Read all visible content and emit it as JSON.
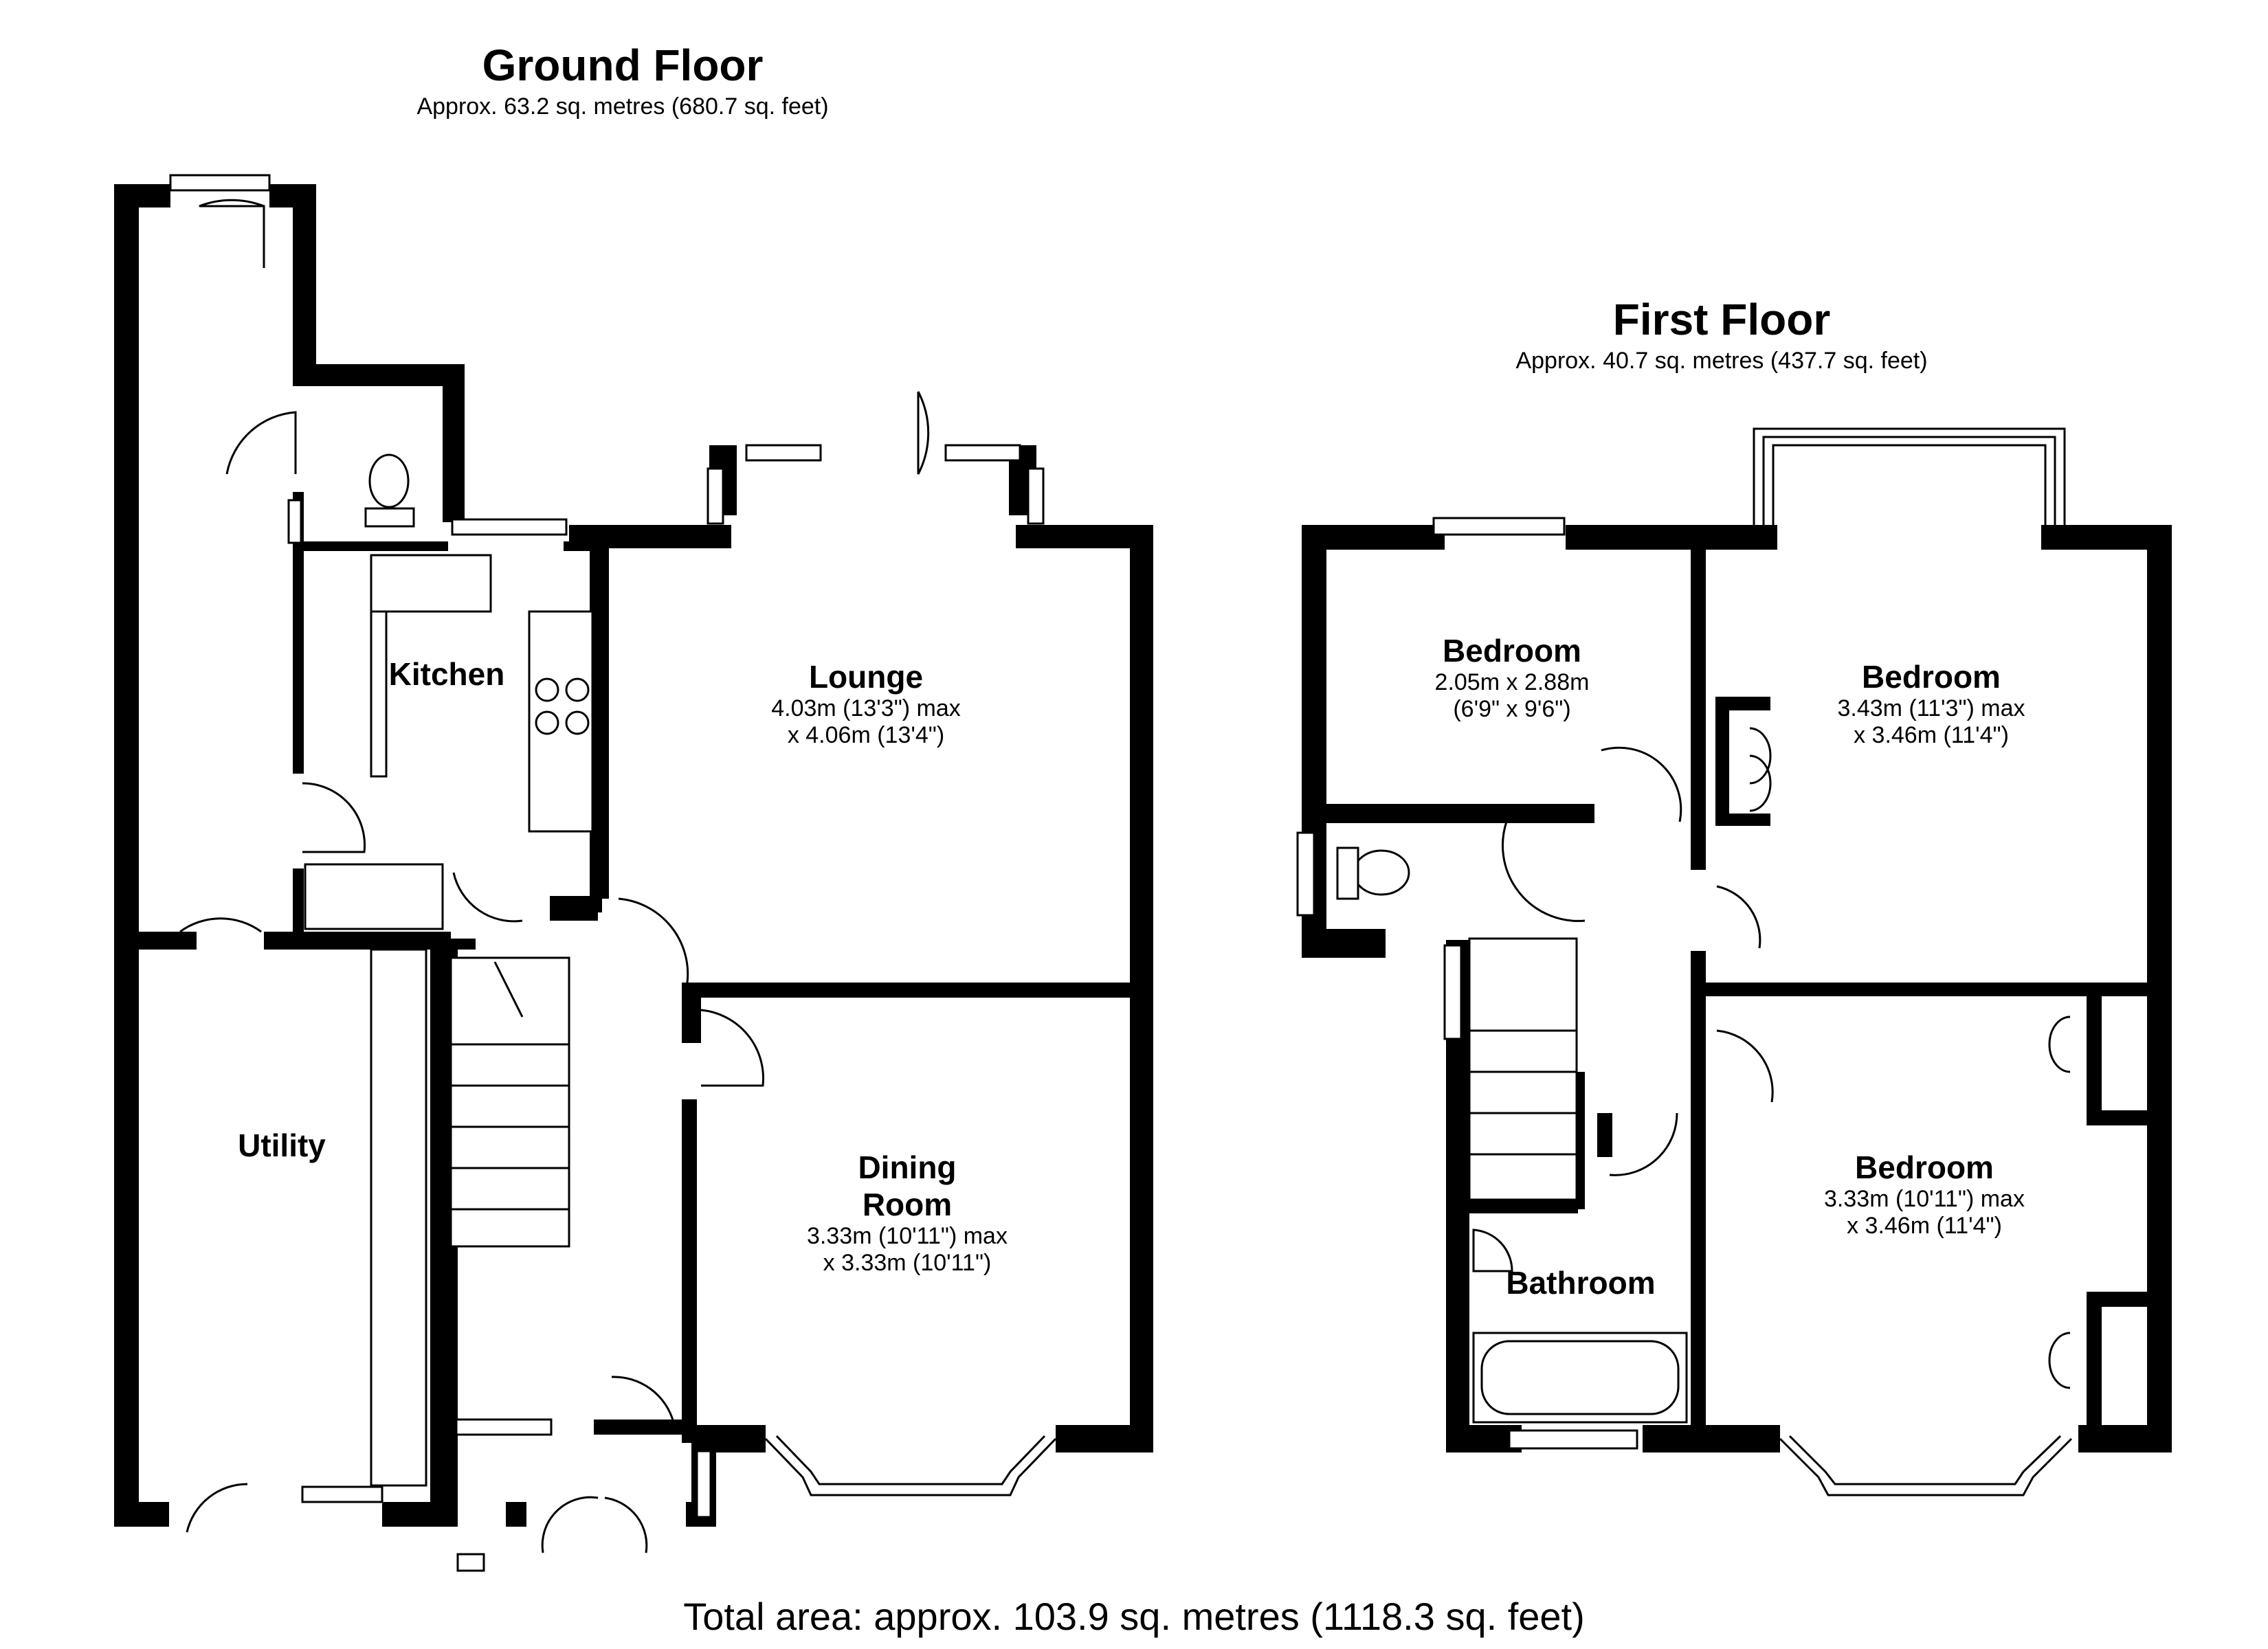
{
  "ground_floor": {
    "title": "Ground Floor",
    "area": "Approx. 63.2 sq. metres (680.7 sq. feet)",
    "rooms": {
      "kitchen": {
        "name": "Kitchen"
      },
      "lounge": {
        "name": "Lounge",
        "dim1": "4.03m (13'3\") max",
        "dim2": "x 4.06m (13'4\")"
      },
      "dining": {
        "name1": "Dining",
        "name2": "Room",
        "dim1": "3.33m (10'11\") max",
        "dim2": "x 3.33m (10'11\")"
      },
      "utility": {
        "name": "Utility"
      }
    }
  },
  "first_floor": {
    "title": "First Floor",
    "area": "Approx. 40.7 sq. metres (437.7 sq. feet)",
    "rooms": {
      "bedroom_small": {
        "name": "Bedroom",
        "dim1": "2.05m x 2.88m",
        "dim2": "(6'9\" x 9'6\")"
      },
      "bedroom_front": {
        "name": "Bedroom",
        "dim1": "3.43m (11'3\") max",
        "dim2": "x 3.46m (11'4\")"
      },
      "bedroom_rear": {
        "name": "Bedroom",
        "dim1": "3.33m (10'11\") max",
        "dim2": "x 3.46m (11'4\")"
      },
      "bathroom": {
        "name": "Bathroom"
      }
    }
  },
  "total_area": "Total area: approx. 103.9 sq. metres (1118.3 sq. feet)"
}
